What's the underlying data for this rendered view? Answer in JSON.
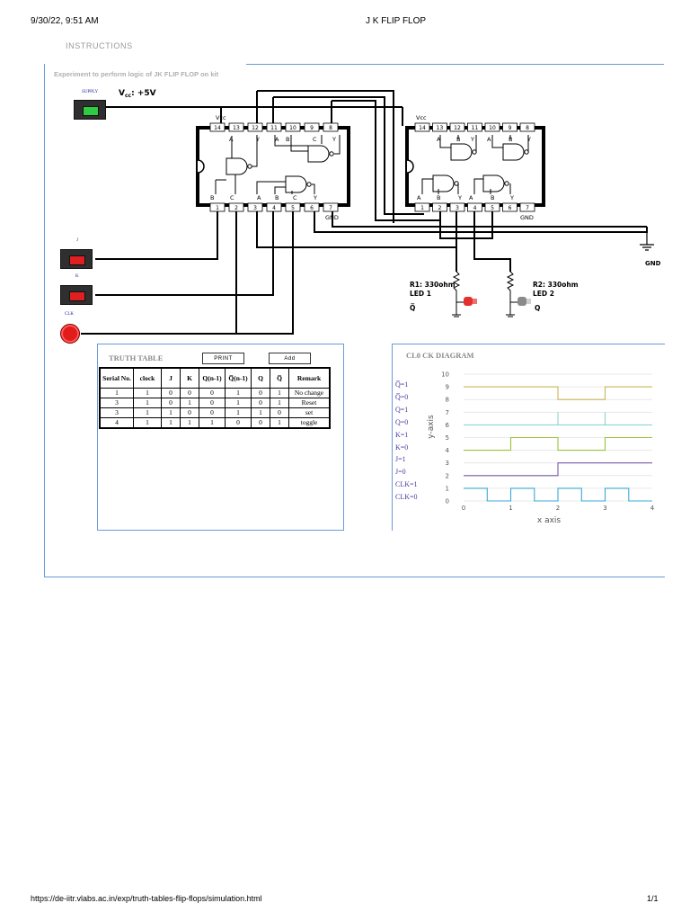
{
  "header": {
    "datetime": "9/30/22, 9:51 AM",
    "page_title": "J K FLIP FLOP"
  },
  "nav": {
    "instructions": "INSTRUCTIONS"
  },
  "experiment": {
    "title": "Experiment to perform logic of JK FLIP FLOP on kit"
  },
  "supply": {
    "label": "SUPPLY",
    "vcc_label": "V",
    "vcc_sub": "cc",
    "vcc_value": ": +5V"
  },
  "inputs": {
    "j_label": "J",
    "k_label": "K",
    "clk_label": "CLK"
  },
  "ic1": {
    "vcc": "Vcc",
    "gnd": "GND",
    "top_pins": [
      "14",
      "13",
      "12",
      "11",
      "10",
      "9",
      "8"
    ],
    "bottom_pins": [
      "1",
      "2",
      "3",
      "4",
      "5",
      "6",
      "7"
    ],
    "gate_labels_top": [
      "A",
      "Y",
      "A",
      "B",
      "C",
      "Y"
    ],
    "gate_labels_bottom": [
      "B",
      "C",
      "A",
      "B",
      "C",
      "Y"
    ]
  },
  "ic2": {
    "vcc": "Vcc",
    "gnd": "GND",
    "top_pins": [
      "14",
      "13",
      "12",
      "11",
      "10",
      "9",
      "8"
    ],
    "bottom_pins": [
      "1",
      "2",
      "3",
      "4",
      "5",
      "6",
      "7"
    ],
    "gate_labels_top": [
      "A",
      "B",
      "Y",
      "A",
      "B",
      "Y"
    ],
    "gate_labels_bottom": [
      "A",
      "B",
      "Y",
      "A",
      "B",
      "Y"
    ]
  },
  "ground": {
    "label": "GND"
  },
  "leds": {
    "led1": {
      "resistor": "R1: 330ohm",
      "name": "LED 1",
      "output": "Q̅"
    },
    "led2": {
      "resistor": "R2: 330ohm",
      "name": "LED 2",
      "output": "Q"
    }
  },
  "truth_table": {
    "title": "TRUTH TABLE",
    "print_label": "PRINT",
    "add_label": "Add",
    "headers": [
      "Serial No.",
      "clock",
      "J",
      "K",
      "Q(n-1)",
      "Q̅(n-1)",
      "Q",
      "Q̅",
      "Remark"
    ],
    "rows": [
      [
        "1",
        "1",
        "0",
        "0",
        "0",
        "1",
        "0",
        "1",
        "No change"
      ],
      [
        "3",
        "1",
        "0",
        "1",
        "0",
        "1",
        "0",
        "1",
        "Reset"
      ],
      [
        "3",
        "1",
        "1",
        "0",
        "0",
        "1",
        "1",
        "0",
        "set"
      ],
      [
        "4",
        "1",
        "1",
        "1",
        "1",
        "0",
        "0",
        "1",
        "toggle"
      ]
    ]
  },
  "clock_diagram": {
    "title": "CL0 CK DIAGRAM",
    "signal_labels": [
      "Q̅=1",
      "Q̅=0",
      "Q=1",
      "Q=0",
      "K=1",
      "K=0",
      "J=1",
      "J=0",
      "CLK=1",
      "CLK=0"
    ]
  },
  "chart_data": {
    "type": "line",
    "title": "",
    "xlabel": "x axis",
    "ylabel": "y-axis",
    "xlim": [
      0,
      4
    ],
    "ylim": [
      0,
      10
    ],
    "x_ticks": [
      0,
      1,
      2,
      3,
      4
    ],
    "y_ticks": [
      0,
      1,
      2,
      3,
      4,
      5,
      6,
      7,
      8,
      9,
      10
    ],
    "grid": true,
    "colors": {
      "qbar": "#c9b458",
      "q": "#8fd3cf",
      "k": "#9cc23a",
      "j": "#7b5aa6",
      "clk": "#38a8d8"
    },
    "series": [
      {
        "x": [
          0,
          2,
          2,
          3,
          3,
          4
        ],
        "y": [
          9,
          9,
          8,
          8,
          9,
          9
        ]
      },
      {
        "x": [
          0,
          2,
          2,
          2,
          2,
          3,
          3,
          3,
          3,
          4
        ],
        "y": [
          6,
          6,
          7,
          6,
          6,
          6,
          7,
          6,
          6,
          6
        ]
      },
      {
        "x": [
          0,
          1,
          1,
          2,
          2,
          3,
          3,
          4
        ],
        "y": [
          4,
          4,
          5,
          5,
          4,
          4,
          5,
          5
        ]
      },
      {
        "x": [
          0,
          2,
          2,
          4
        ],
        "y": [
          2,
          2,
          3,
          3
        ]
      },
      {
        "x": [
          0,
          0.5,
          0.5,
          1,
          1,
          1.5,
          1.5,
          2,
          2,
          2.5,
          2.5,
          3,
          3,
          3.5,
          3.5,
          4
        ],
        "y": [
          1,
          1,
          0,
          0,
          1,
          1,
          0,
          0,
          1,
          1,
          0,
          0,
          1,
          1,
          0,
          0
        ]
      }
    ]
  },
  "footer": {
    "url": "https://de-iitr.vlabs.ac.in/exp/truth-tables-flip-flops/simulation.html",
    "page": "1/1"
  }
}
